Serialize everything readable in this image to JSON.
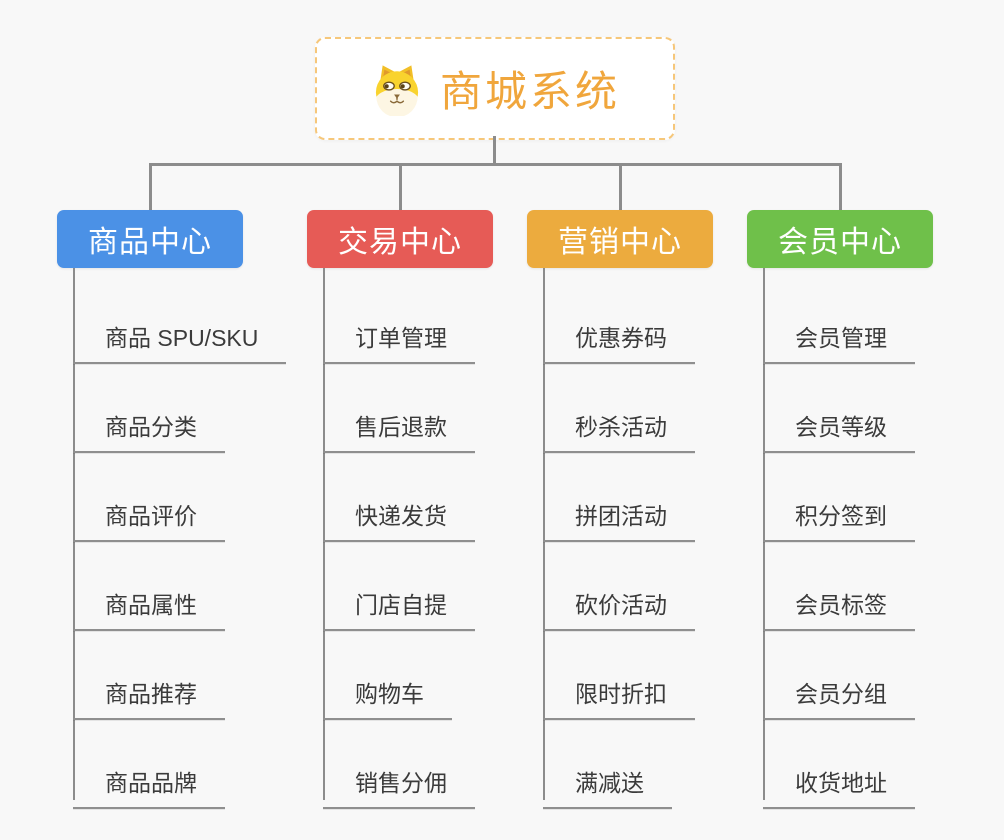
{
  "page": {
    "background_color": "#f8f8f8",
    "connector_color": "#8c8c8c"
  },
  "root": {
    "title": "商城系统",
    "title_color": "#f0a63c",
    "border_color": "#f6c77a",
    "icon": "dog-face-icon"
  },
  "branches": [
    {
      "label": "商品中心",
      "color": "#4b91e6",
      "children": [
        "商品 SPU/SKU",
        "商品分类",
        "商品评价",
        "商品属性",
        "商品推荐",
        "商品品牌"
      ]
    },
    {
      "label": "交易中心",
      "color": "#e65b56",
      "children": [
        "订单管理",
        "售后退款",
        "快递发货",
        "门店自提",
        "购物车",
        "销售分佣"
      ]
    },
    {
      "label": "营销中心",
      "color": "#ecab3e",
      "children": [
        "优惠券码",
        "秒杀活动",
        "拼团活动",
        "砍价活动",
        "限时折扣",
        "满减送"
      ]
    },
    {
      "label": "会员中心",
      "color": "#6fc04a",
      "children": [
        "会员管理",
        "会员等级",
        "积分签到",
        "会员标签",
        "会员分组",
        "收货地址"
      ]
    }
  ]
}
